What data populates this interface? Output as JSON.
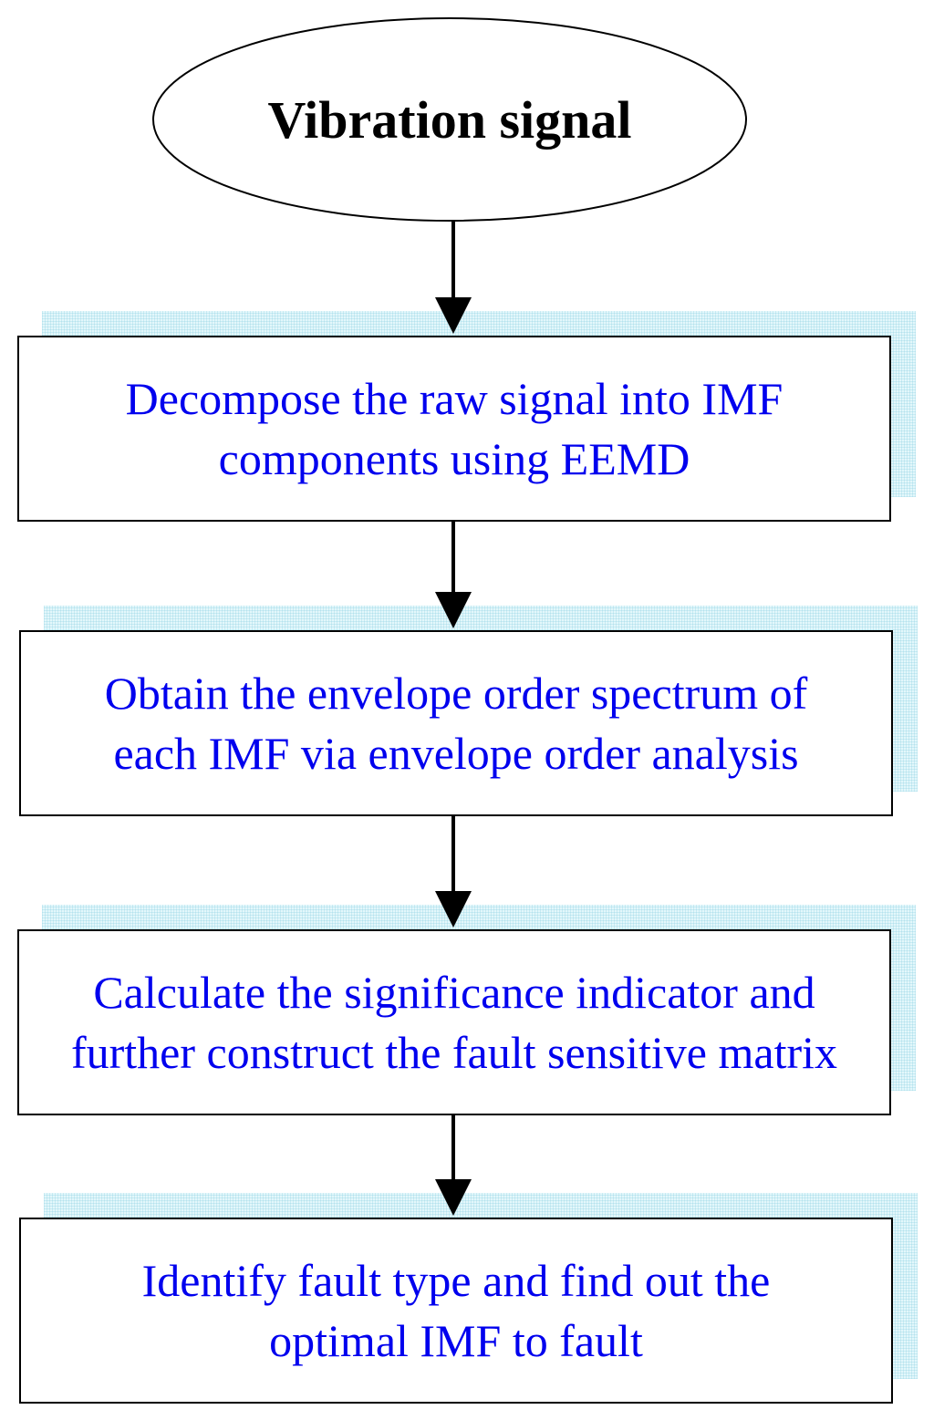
{
  "flowchart": {
    "start": {
      "label": "Vibration signal"
    },
    "steps": [
      {
        "line1": "Decompose the raw signal into IMF",
        "line2": "components using EEMD"
      },
      {
        "line1": "Obtain the envelope order spectrum of",
        "line2": "each IMF via envelope order analysis"
      },
      {
        "line1": "Calculate the significance indicator and",
        "line2": "further construct the fault sensitive matrix"
      },
      {
        "line1": "Identify fault type and find out the",
        "line2": "optimal IMF to fault"
      }
    ]
  },
  "colors": {
    "step_text": "#0000ee",
    "start_text": "#000000",
    "border": "#000000",
    "shadow": "#e3f7fb"
  }
}
